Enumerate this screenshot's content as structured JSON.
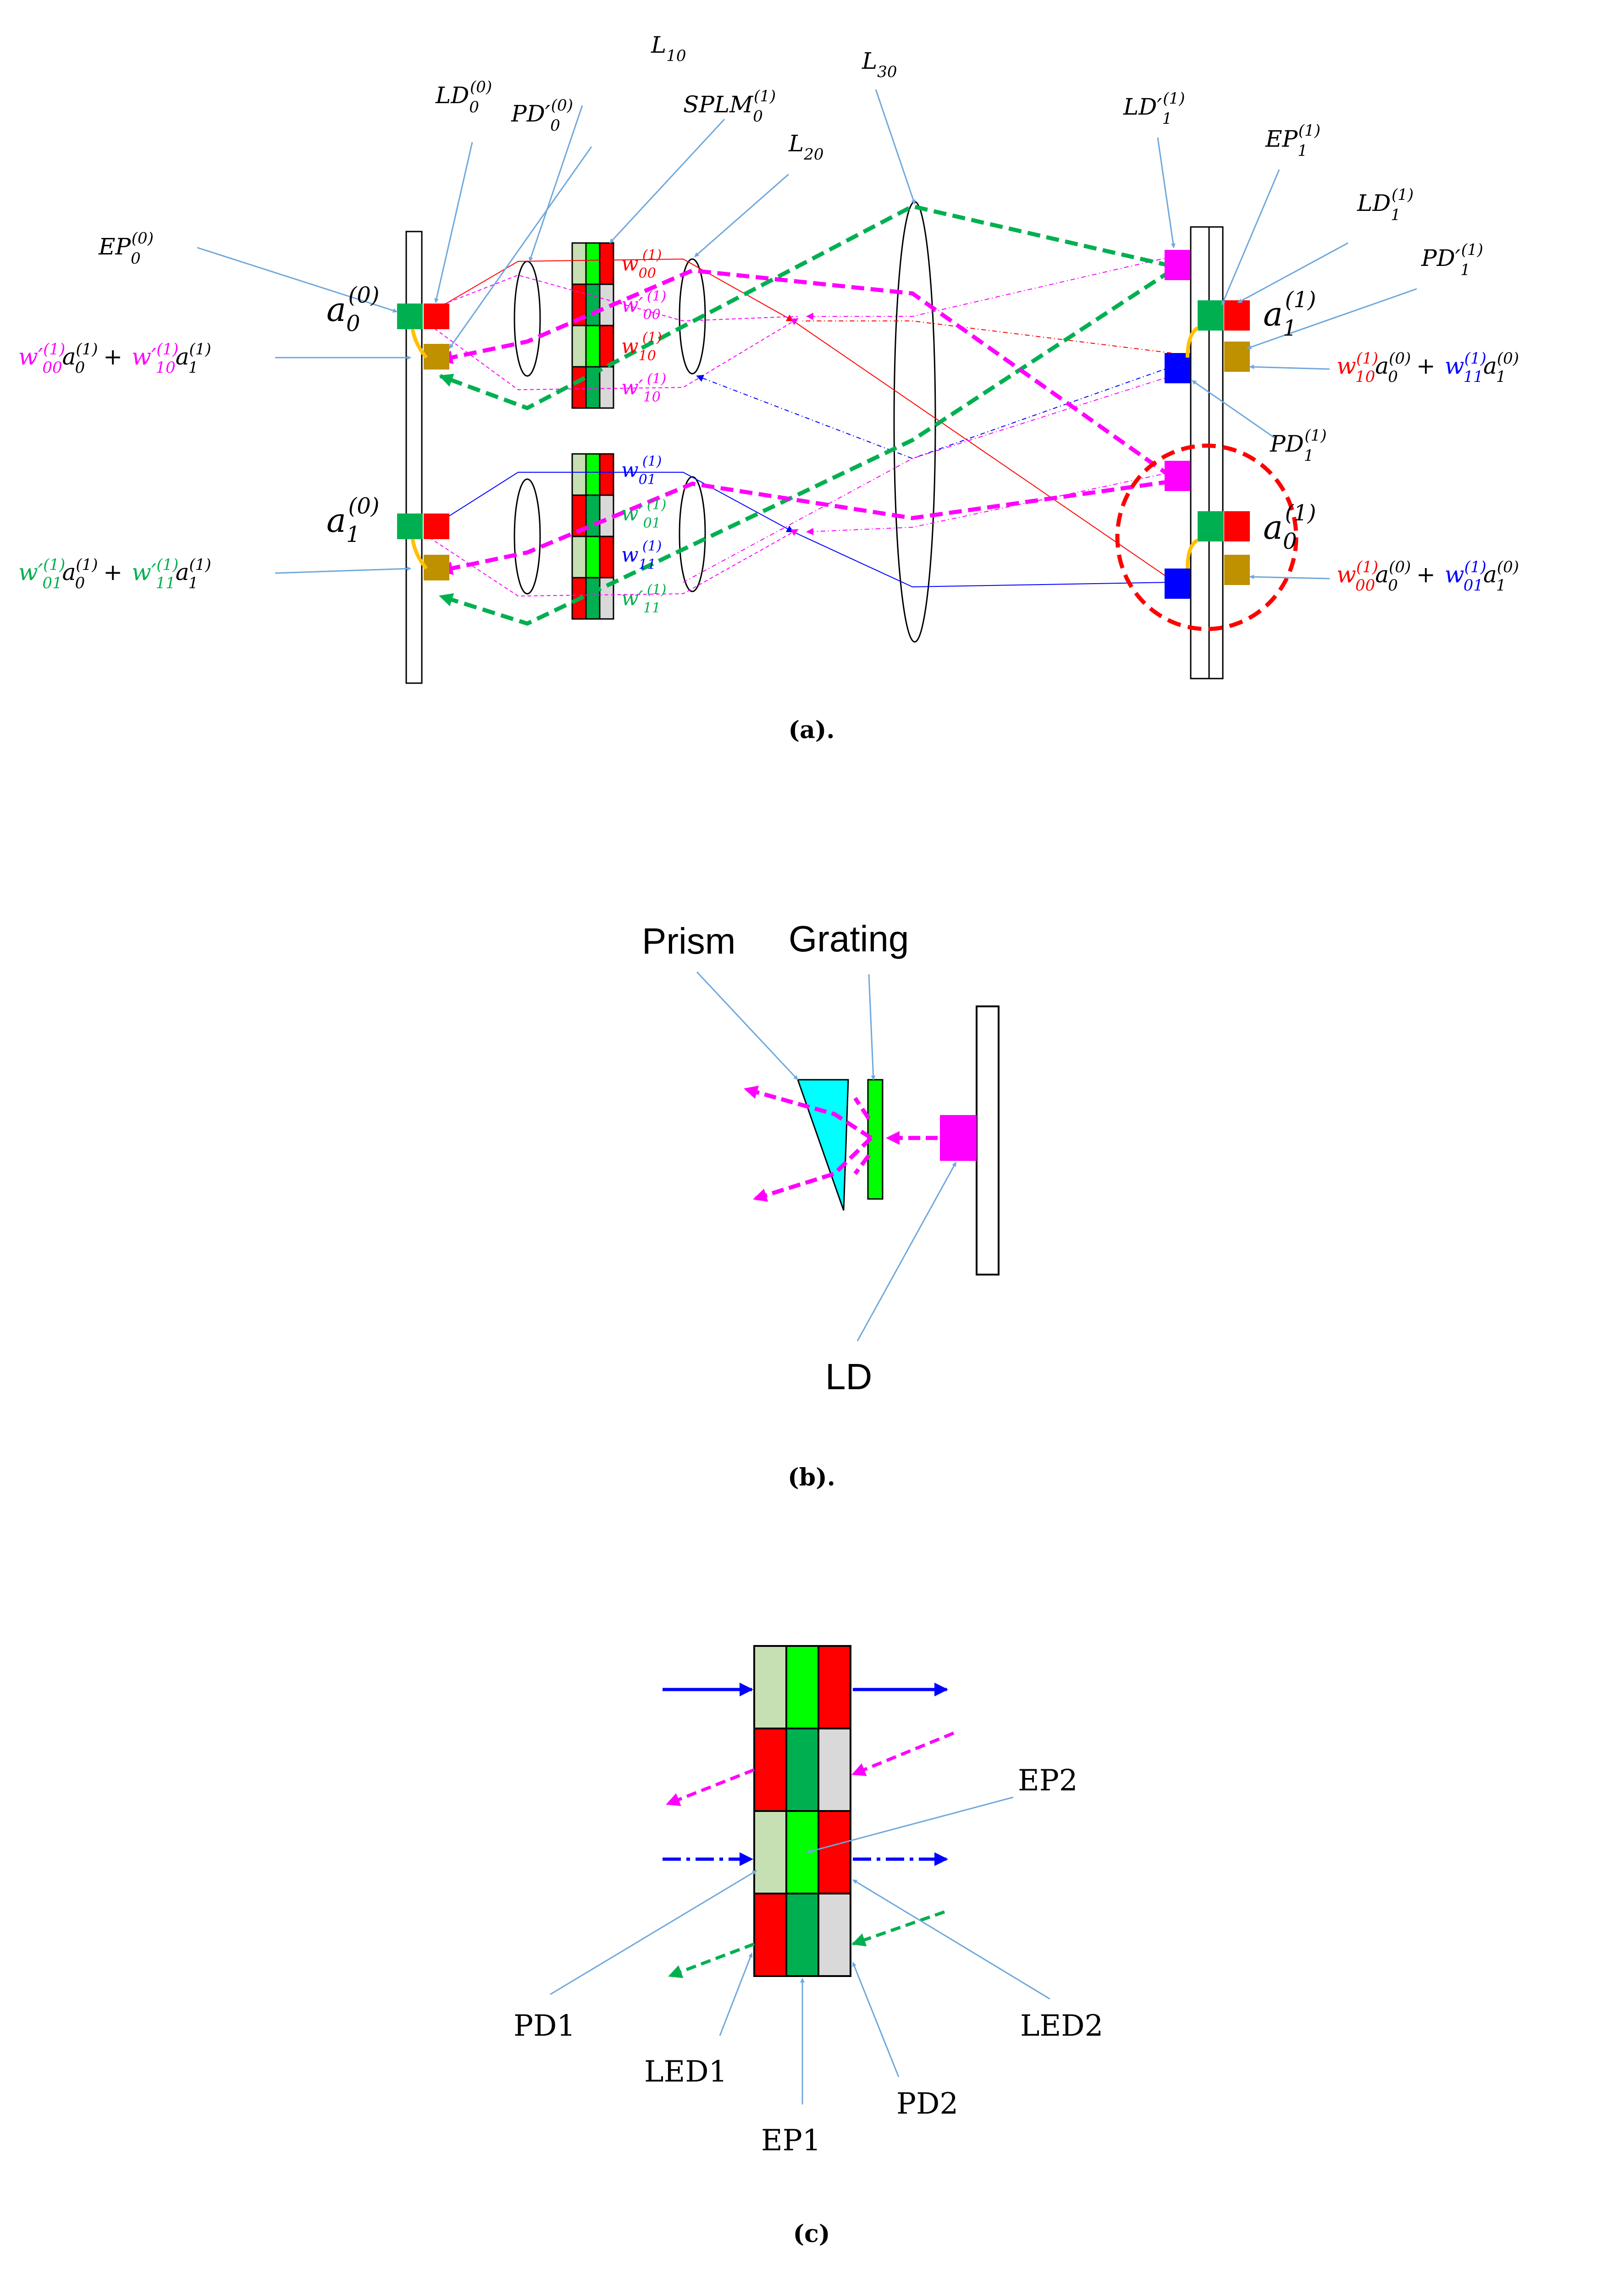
{
  "colors": {
    "red": "#ff0000",
    "green": "#00b050",
    "lightGreen": "#00ff00",
    "paleGreen": "#c6e0b4",
    "grey": "#d9d9d9",
    "magenta": "#ff00ff",
    "blue": "#0000ff",
    "gold": "#bf9000",
    "orange": "#ffc000",
    "cyan": "#00ffff",
    "callout": "#6fa8dc"
  },
  "panel_a": {
    "caption": "(a).",
    "labels": {
      "EP0": {
        "base": "EP",
        "sub": "0",
        "sup": "(0)"
      },
      "LD0": {
        "base": "LD",
        "sub": "0",
        "sup": "(0)"
      },
      "PDp0": {
        "base": "PD′",
        "sub": "0",
        "sup": "(0)"
      },
      "L10": {
        "base": "L",
        "sub": "10"
      },
      "SPLM": {
        "base": "SPLM",
        "sub": "0",
        "sup": "(1)"
      },
      "L20": {
        "base": "L",
        "sub": "20"
      },
      "L30": {
        "base": "L",
        "sub": "30"
      },
      "LDp1": {
        "base": "LD′",
        "sub": "1",
        "sup": "(1)"
      },
      "EP1": {
        "base": "EP",
        "sub": "1",
        "sup": "(1)"
      },
      "LD1": {
        "base": "LD",
        "sub": "1",
        "sup": "(1)"
      },
      "PDp1": {
        "base": "PD′",
        "sub": "1",
        "sup": "(1)"
      },
      "PD1": {
        "base": "PD",
        "sub": "1",
        "sup": "(1)"
      }
    },
    "neurons": {
      "a00": {
        "base": "a",
        "sub": "0",
        "sup": "(0)"
      },
      "a10": {
        "base": "a",
        "sub": "1",
        "sup": "(0)"
      },
      "a11": {
        "base": "a",
        "sub": "1",
        "sup": "(1)"
      },
      "a01": {
        "base": "a",
        "sub": "0",
        "sup": "(1)"
      }
    },
    "weights": {
      "w00": {
        "base": "w",
        "sub": "00",
        "sup": "(1)"
      },
      "wp00": {
        "base": "w′",
        "sub": "00",
        "sup": "(1)"
      },
      "w10": {
        "base": "w",
        "sub": "10",
        "sup": "(1)"
      },
      "wp10": {
        "base": "w′",
        "sub": "10",
        "sup": "(1)"
      },
      "w01": {
        "base": "w",
        "sub": "01",
        "sup": "(1)"
      },
      "wp01": {
        "base": "w′",
        "sub": "01",
        "sup": "(1)"
      },
      "w11": {
        "base": "w",
        "sub": "11",
        "sup": "(1)"
      },
      "wp11": {
        "base": "w′",
        "sub": "11",
        "sup": "(1)"
      }
    },
    "equations": {
      "left_top": {
        "t1": "w′",
        "s1a": "(1)",
        "s1b": "00",
        "v1": "a",
        "v1a": "(1)",
        "v1b": "0",
        "plus": "+",
        "t2": "w′",
        "s2a": "(1)",
        "s2b": "10",
        "v2": "a",
        "v2a": "(1)",
        "v2b": "1"
      },
      "left_bottom": {
        "t1": "w′",
        "s1a": "(1)",
        "s1b": "01",
        "v1": "a",
        "v1a": "(1)",
        "v1b": "0",
        "plus": "+",
        "t2": "w′",
        "s2a": "(1)",
        "s2b": "11",
        "v2": "a",
        "v2a": "(1)",
        "v2b": "1"
      },
      "right_top": {
        "t1": "w",
        "s1a": "(1)",
        "s1b": "10",
        "v1": "a",
        "v1a": "(0)",
        "v1b": "0",
        "plus": "+",
        "t2": "w",
        "s2a": "(1)",
        "s2b": "11",
        "v2": "a",
        "v2a": "(0)",
        "v2b": "1"
      },
      "right_bottom": {
        "t1": "w",
        "s1a": "(1)",
        "s1b": "00",
        "v1": "a",
        "v1a": "(0)",
        "v1b": "0",
        "plus": "+",
        "t2": "w",
        "s2a": "(1)",
        "s2b": "01",
        "v2": "a",
        "v2a": "(0)",
        "v2b": "1"
      }
    }
  },
  "panel_b": {
    "caption": "(b).",
    "prism": "Prism",
    "grating": "Grating",
    "ld": "LD"
  },
  "panel_c": {
    "caption": "(c)",
    "labels": {
      "EP2": "EP2",
      "PD1": "PD1",
      "LED1": "LED1",
      "EP1": "EP1",
      "PD2": "PD2",
      "LED2": "LED2"
    }
  }
}
